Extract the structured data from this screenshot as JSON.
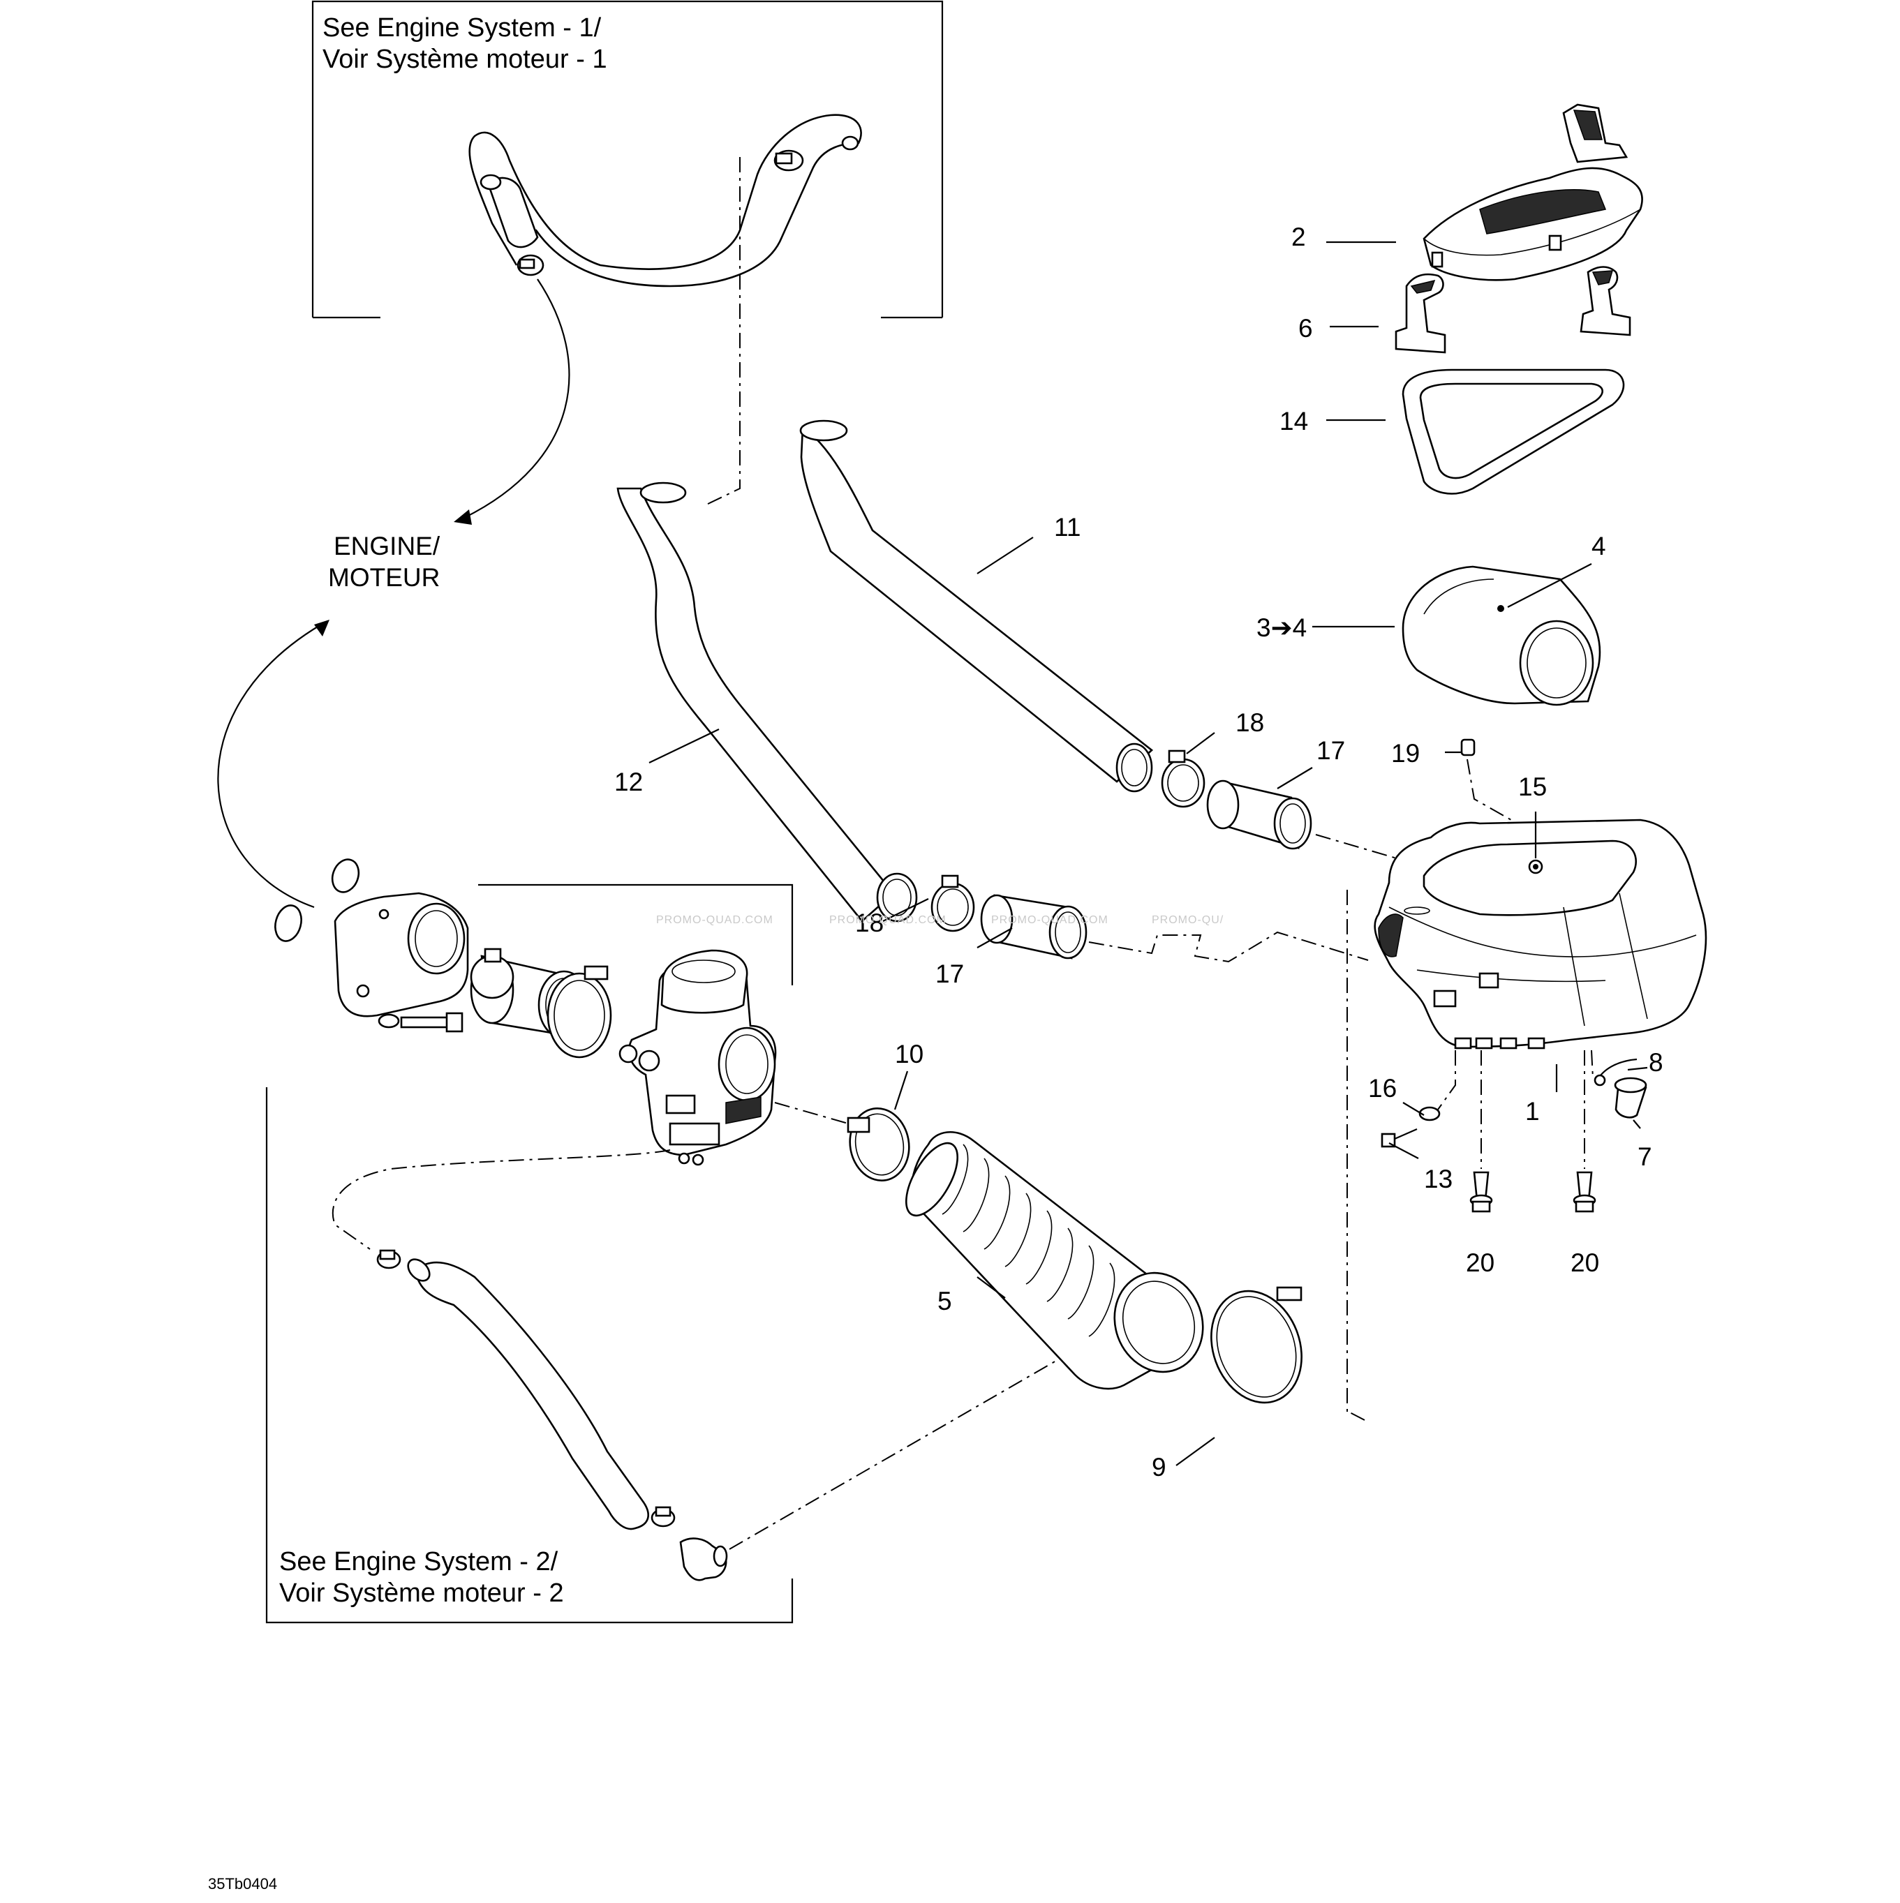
{
  "diagram": {
    "document_code": "35Tb0404",
    "engine_label_line1": "ENGINE/",
    "engine_label_line2": "MOTEUR",
    "box_top_line1": "See Engine System - 1/",
    "box_top_line2": "Voir Système moteur - 1",
    "box_bottom_line1": "See Engine System - 2/",
    "box_bottom_line2": "Voir Système moteur - 2",
    "watermark": "PROMO-QUAD.COM",
    "watermark_cut": "PROMO-QU/",
    "callouts": {
      "c1": "1",
      "c2": "2",
      "c3to4": "3➔4",
      "c4": "4",
      "c5": "5",
      "c6": "6",
      "c7": "7",
      "c8": "8",
      "c9": "9",
      "c10": "10",
      "c11": "11",
      "c12": "12",
      "c13": "13",
      "c14": "14",
      "c15": "15",
      "c16": "16",
      "c17a": "17",
      "c17b": "17",
      "c18a": "18",
      "c18b": "18",
      "c19": "19",
      "c20a": "20",
      "c20b": "20"
    }
  }
}
